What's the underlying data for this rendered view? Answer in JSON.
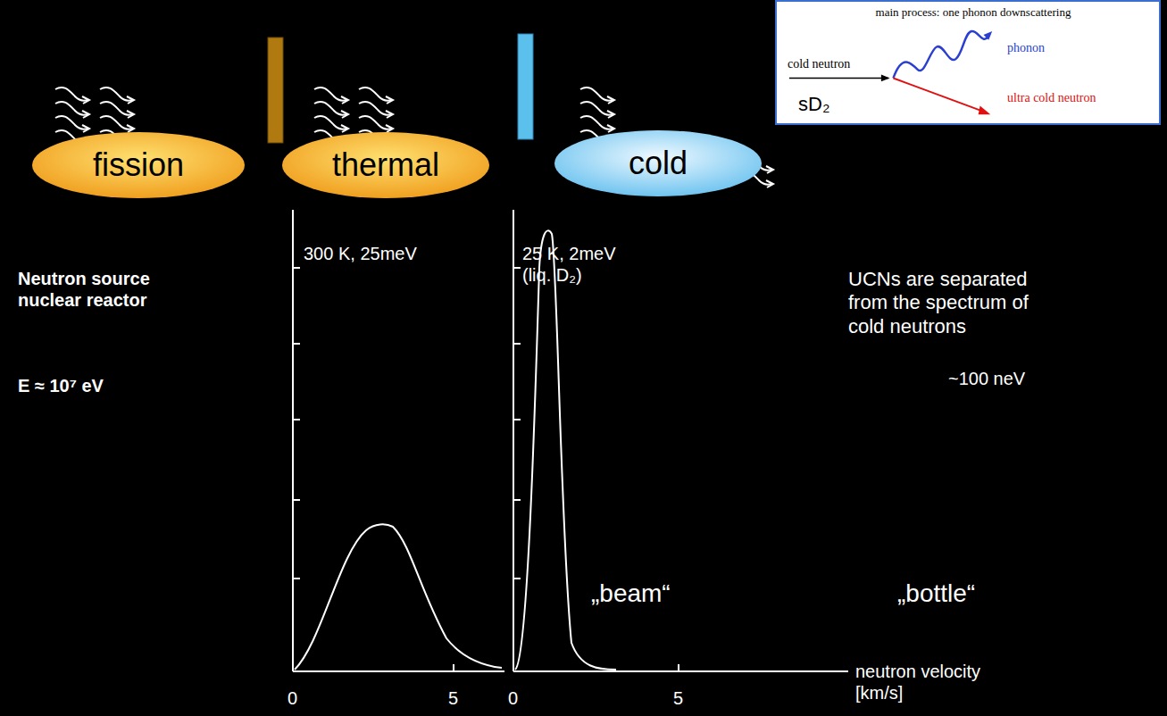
{
  "diagram": {
    "nodes": [
      {
        "text": [
          "fission"
        ]
      },
      {
        "text": [
          "thermal"
        ]
      },
      {
        "text": [
          "cold"
        ]
      },
      {
        "text": [
          "main process: one phonon downscattering",
          "cold neutron",
          "phonon",
          "ultra cold neutron",
          "sD₂"
        ]
      }
    ],
    "labels": [
      "Neutron source nuclear reactor",
      "E ≈ 10⁷ eV",
      "300 K, 25meV",
      "25 K, 2meV (liq. D₂)",
      "UCNs are separated from the spectrum of cold neutrons",
      "~100 neV",
      "„beam“",
      "„bottle“",
      "0",
      "5",
      "0",
      "5",
      "neutron velocity [km/s]"
    ]
  }
}
